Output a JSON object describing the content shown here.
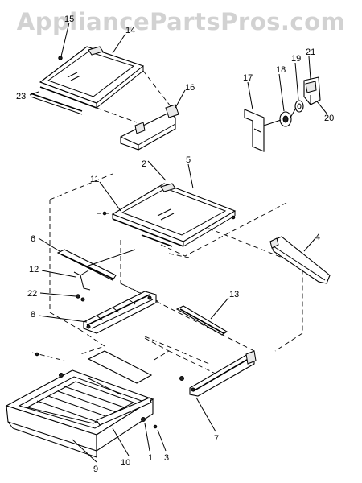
{
  "watermark": "AppliancePartsPros.com",
  "callouts": [
    "15",
    "14",
    "23",
    "16",
    "17",
    "18",
    "19",
    "21",
    "20",
    "2",
    "5",
    "11",
    "6",
    "4",
    "12",
    "22",
    "13",
    "8",
    "9",
    "10",
    "1",
    "3",
    "7"
  ]
}
